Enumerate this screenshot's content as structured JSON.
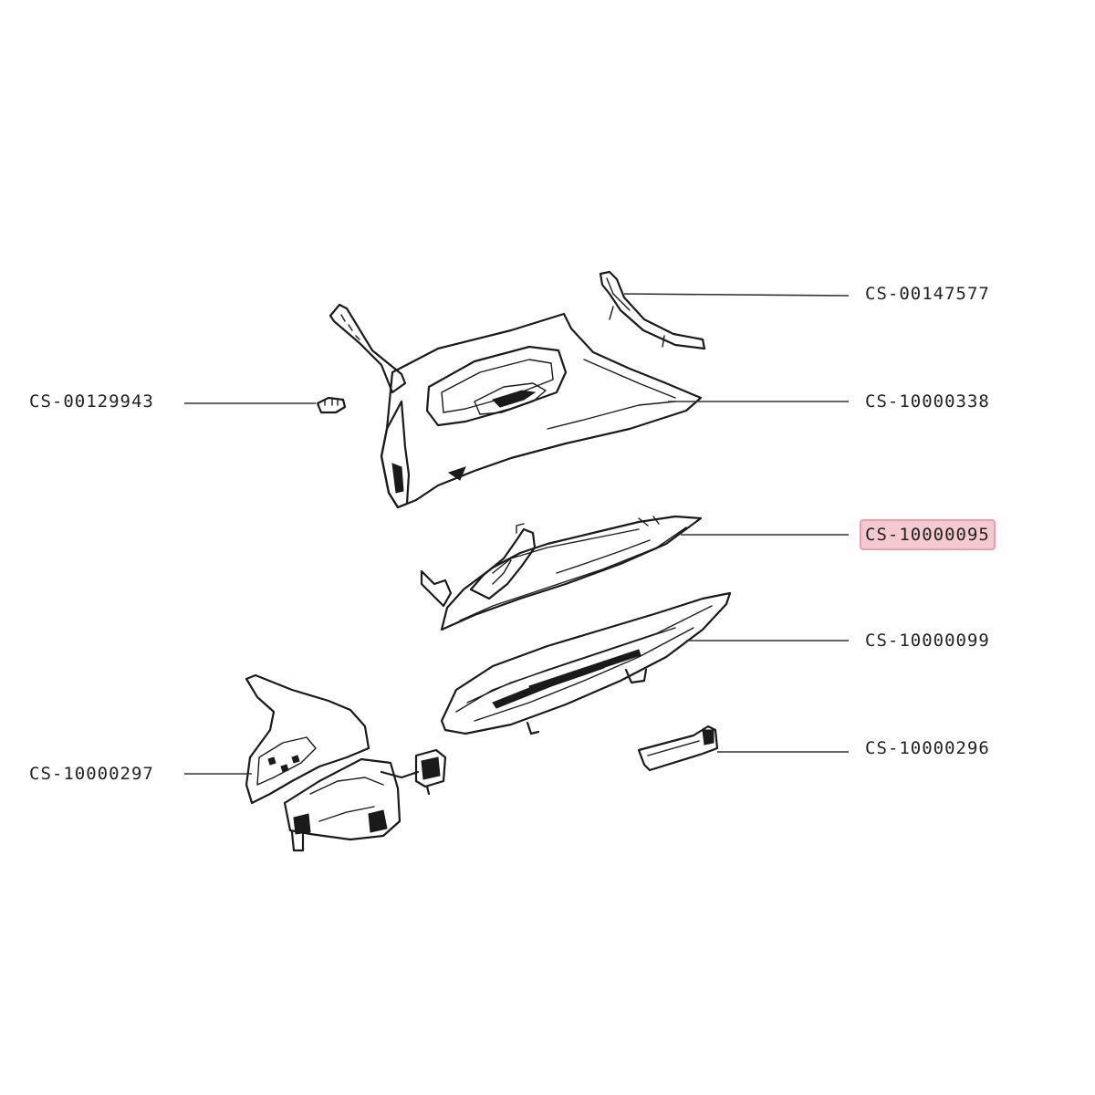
{
  "parts": [
    {
      "id": "handle-trim",
      "code": "CS-00147577",
      "selected": false
    },
    {
      "id": "clip",
      "code": "CS-00129943",
      "selected": false
    },
    {
      "id": "housing",
      "code": "CS-10000338",
      "selected": false
    },
    {
      "id": "water-tank",
      "code": "CS-10000095",
      "selected": true
    },
    {
      "id": "soleplate",
      "code": "CS-10000099",
      "selected": false
    },
    {
      "id": "small-cover",
      "code": "CS-10000296",
      "selected": false
    },
    {
      "id": "rear-heel-assembly",
      "code": "CS-10000297",
      "selected": false
    }
  ],
  "colors": {
    "line": "#1a1a1a",
    "highlight_fill": "#f4c9cf",
    "highlight_border": "#e7a1aa"
  }
}
